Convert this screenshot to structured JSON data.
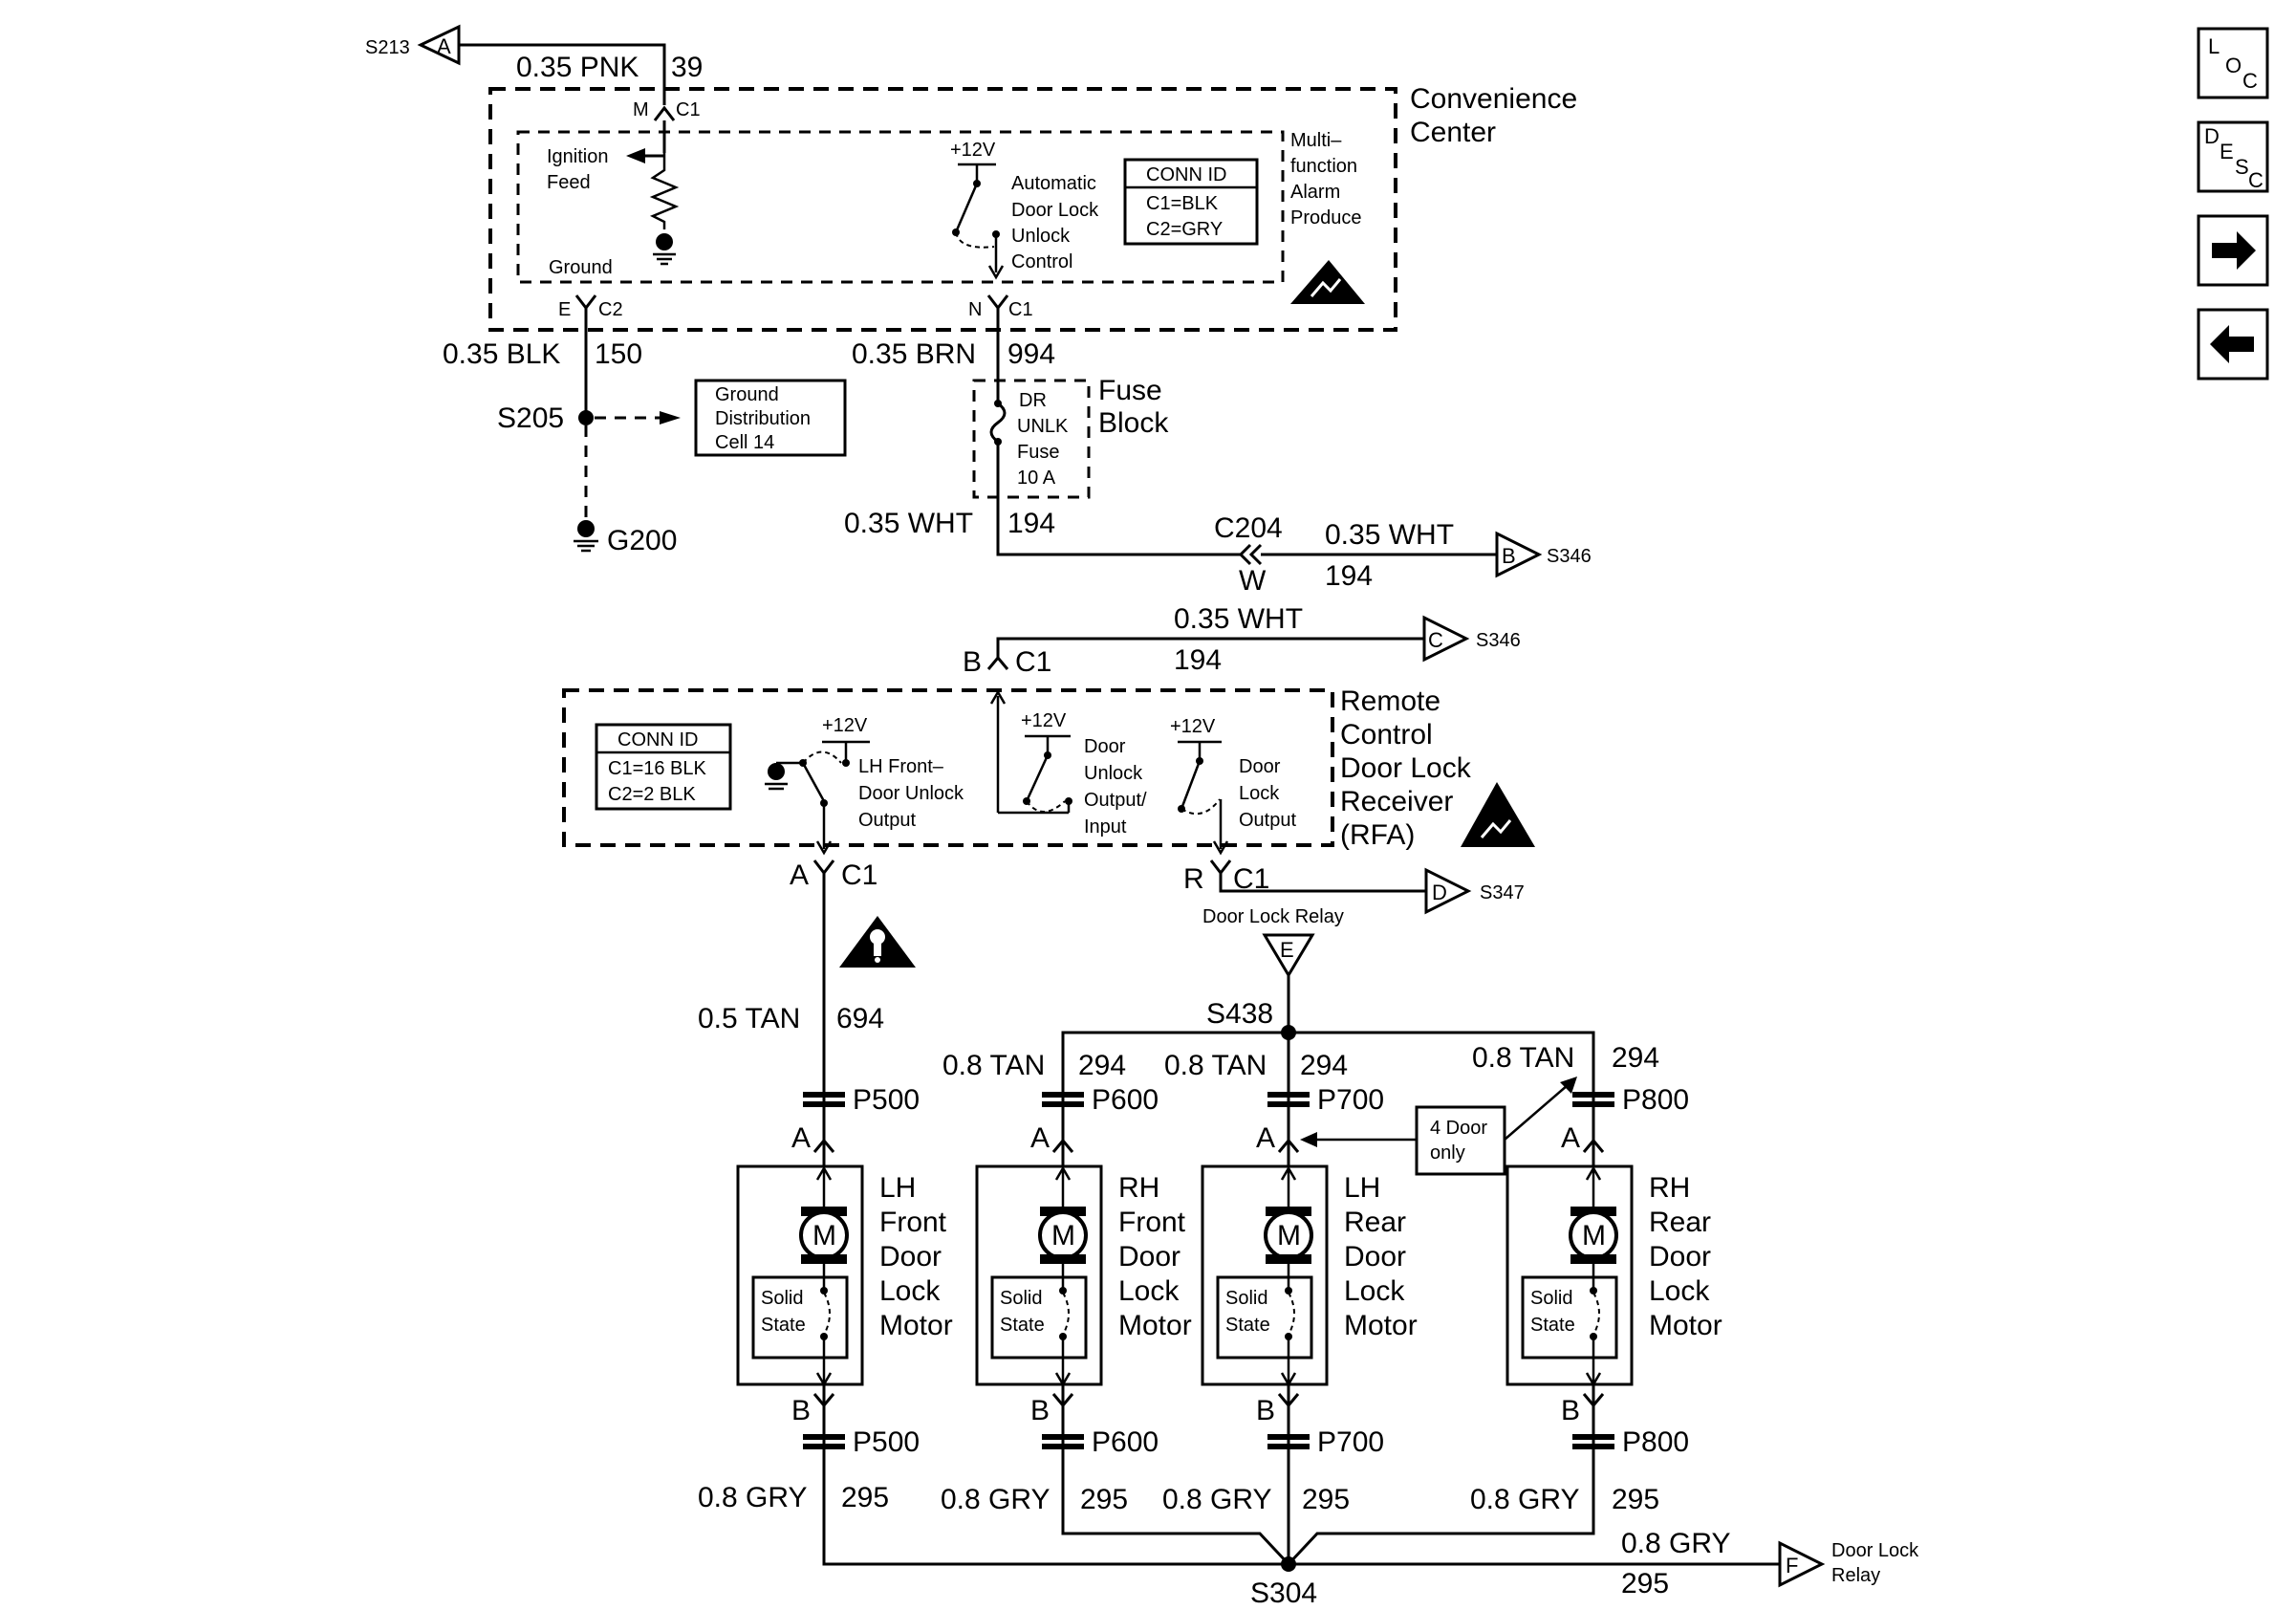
{
  "nav": {
    "loc": [
      "L",
      "O",
      "C"
    ],
    "desc": [
      "D",
      "E",
      "S",
      "C"
    ]
  },
  "convenience_center": {
    "title": [
      "Convenience",
      "Center"
    ],
    "mfa": [
      "Multi–",
      "function",
      "Alarm",
      "Produce"
    ],
    "ignition": [
      "Ignition",
      "Feed"
    ],
    "ground": "Ground",
    "plus12": "+12V",
    "adl": [
      "Automatic",
      "Door Lock",
      "Unlock",
      "Control"
    ],
    "conn_id": [
      "CONN ID",
      "C1=BLK",
      "C2=GRY"
    ],
    "pin_m": "M",
    "pin_c1": "C1",
    "pin_e": "E",
    "pin_c2": "C2",
    "pin_n": "N",
    "pin_n_c1": "C1"
  },
  "top_wire": {
    "label": "0.35 PNK",
    "circuit": "39",
    "ref": "S213",
    "letter": "A"
  },
  "ground_wire": {
    "label": "0.35 BLK",
    "circuit": "150",
    "splice": "S205",
    "ground": "G200"
  },
  "ground_dist": [
    "Ground",
    "Distribution",
    "Cell 14"
  ],
  "brn_wire": {
    "label": "0.35 BRN",
    "circuit": "994"
  },
  "fuse": {
    "inner": [
      "DR",
      "UNLK",
      "Fuse",
      "10 A"
    ],
    "title": [
      "Fuse",
      "Block"
    ]
  },
  "wht_wire": {
    "label": "0.35 WHT",
    "circuit": "194",
    "conn": "C204",
    "pin": "W",
    "label2": "0.35 WHT",
    "circuit2": "194",
    "ref": "S346",
    "letter": "B"
  },
  "rfa_top_wire": {
    "label": "0.35 WHT",
    "circuit": "194",
    "ref": "S346",
    "letter": "C",
    "pin": "B",
    "conn": "C1"
  },
  "rfa": {
    "title": [
      "Remote",
      "Control",
      "Door Lock",
      "Receiver",
      "(RFA)"
    ],
    "conn_id": [
      "CONN ID",
      "C1=16 BLK",
      "C2=2 BLK"
    ],
    "lh_front": [
      "LH Front–",
      "Door Unlock",
      "Output"
    ],
    "unlock": [
      "Door",
      "Unlock",
      "Output/",
      "Input"
    ],
    "lock": [
      "Door",
      "Lock",
      "Output"
    ],
    "plus12": "+12V",
    "pin_a": "A",
    "pin_a_conn": "C1",
    "pin_r": "R",
    "pin_r_conn": "C1"
  },
  "lock_relay_d": {
    "ref": "S347",
    "letter": "D",
    "caption": "Door Lock Relay",
    "letter_e": "E"
  },
  "tan_left": {
    "label": "0.5 TAN",
    "circuit": "694"
  },
  "splice_s438": "S438",
  "tan_wires": [
    {
      "label": "0.8 TAN",
      "circuit": "294"
    },
    {
      "label": "0.8 TAN",
      "circuit": "294"
    },
    {
      "label": "0.8 TAN",
      "circuit": "294"
    }
  ],
  "four_door": [
    "4 Door",
    "only"
  ],
  "motors": [
    {
      "conn": "P500",
      "pin_a": "A",
      "pin_b": "B",
      "name": [
        "LH",
        "Front",
        "Door",
        "Lock",
        "Motor"
      ],
      "solid": [
        "Solid",
        "State"
      ],
      "m": "M"
    },
    {
      "conn": "P600",
      "pin_a": "A",
      "pin_b": "B",
      "name": [
        "RH",
        "Front",
        "Door",
        "Lock",
        "Motor"
      ],
      "solid": [
        "Solid",
        "State"
      ],
      "m": "M"
    },
    {
      "conn": "P700",
      "pin_a": "A",
      "pin_b": "B",
      "name": [
        "LH",
        "Rear",
        "Door",
        "Lock",
        "Motor"
      ],
      "solid": [
        "Solid",
        "State"
      ],
      "m": "M"
    },
    {
      "conn": "P800",
      "pin_a": "A",
      "pin_b": "B",
      "name": [
        "RH",
        "Rear",
        "Door",
        "Lock",
        "Motor"
      ],
      "solid": [
        "Solid",
        "State"
      ],
      "m": "M"
    }
  ],
  "gry_wires": [
    {
      "label": "0.8 GRY",
      "circuit": "295"
    },
    {
      "label": "0.8 GRY",
      "circuit": "295"
    },
    {
      "label": "0.8 GRY",
      "circuit": "295"
    },
    {
      "label": "0.8 GRY",
      "circuit": "295"
    }
  ],
  "bottom": {
    "splice": "S304",
    "label": "0.8 GRY",
    "circuit": "295",
    "letter": "F",
    "caption": [
      "Door Lock",
      "Relay"
    ]
  }
}
